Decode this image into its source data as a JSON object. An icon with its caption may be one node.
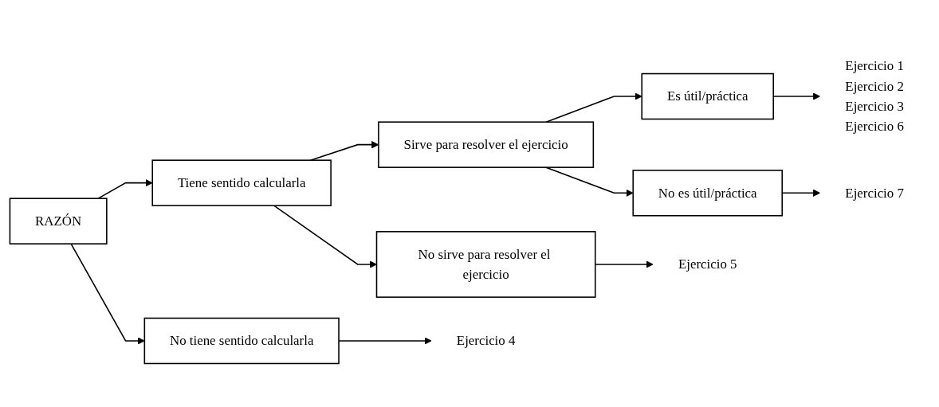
{
  "diagram": {
    "nodes": [
      {
        "text": [
          "RAZÓN"
        ]
      },
      {
        "text": [
          "Tiene sentido calcularla"
        ]
      },
      {
        "text": [
          "No tiene sentido calcularla"
        ]
      },
      {
        "text": [
          "Sirve para resolver el ejercicio"
        ]
      },
      {
        "text": [
          "No sirve para resolver el ejercicio"
        ]
      },
      {
        "text": [
          "Es útil/práctica"
        ]
      },
      {
        "text": [
          "No es útil/práctica"
        ]
      },
      {
        "text": [
          "Ejercicio 1",
          "Ejercicio 2",
          "Ejercicio 3",
          "Ejercicio 6"
        ]
      },
      {
        "text": [
          "Ejercicio 7"
        ]
      },
      {
        "text": [
          "Ejercicio 5"
        ]
      },
      {
        "text": [
          "Ejercicio 4"
        ]
      }
    ],
    "edges": [
      {
        "from": 0,
        "to": 1,
        "arrow": "to"
      },
      {
        "from": 0,
        "to": 2,
        "arrow": "to"
      },
      {
        "from": 1,
        "to": 3,
        "arrow": "to"
      },
      {
        "from": 1,
        "to": 4,
        "arrow": "to"
      },
      {
        "from": 3,
        "to": 5,
        "arrow": "to"
      },
      {
        "from": 3,
        "to": 6,
        "arrow": "to"
      },
      {
        "from": 5,
        "to": 7,
        "arrow": "to"
      },
      {
        "from": 6,
        "to": 8,
        "arrow": "to"
      },
      {
        "from": 4,
        "to": 9,
        "arrow": "to"
      },
      {
        "from": 2,
        "to": 10,
        "arrow": "to"
      }
    ]
  }
}
